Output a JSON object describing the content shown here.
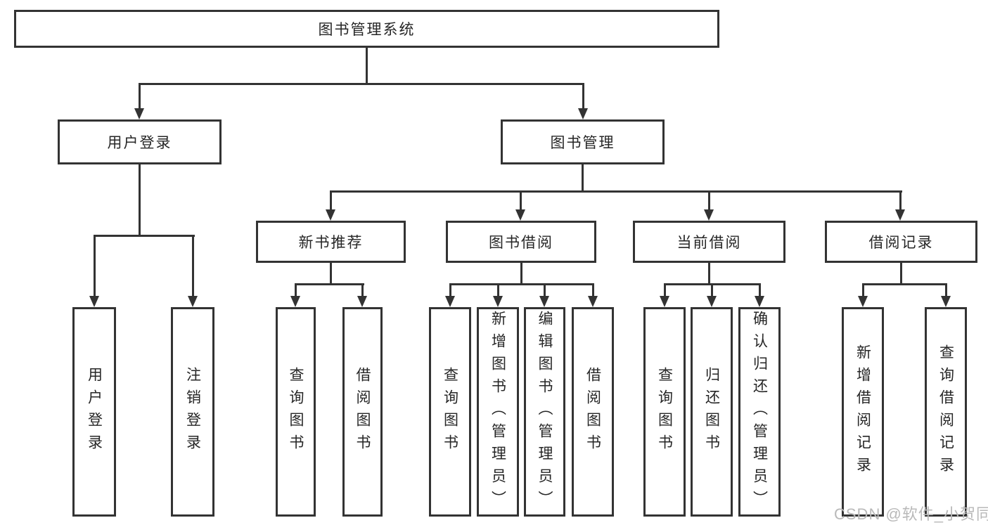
{
  "tree": {
    "label": "图书管理系统",
    "children": [
      {
        "label": "用户登录",
        "children": [
          {
            "label": "用户登录"
          },
          {
            "label": "注销登录"
          }
        ]
      },
      {
        "label": "图书管理",
        "children": [
          {
            "label": "新书推荐",
            "children": [
              {
                "label": "查询图书"
              },
              {
                "label": "借阅图书"
              }
            ]
          },
          {
            "label": "图书借阅",
            "children": [
              {
                "label": "查询图书"
              },
              {
                "label": "新增图书（管理员）"
              },
              {
                "label": "编辑图书（管理员）"
              },
              {
                "label": "借阅图书"
              }
            ]
          },
          {
            "label": "当前借阅",
            "children": [
              {
                "label": "查询图书"
              },
              {
                "label": "归还图书"
              },
              {
                "label": "确认归还（管理员）"
              }
            ]
          },
          {
            "label": "借阅记录",
            "children": [
              {
                "label": "新增借阅记录"
              },
              {
                "label": "查询借阅记录"
              }
            ]
          }
        ]
      }
    ]
  },
  "watermark": {
    "text": "CSDN @软件_小贺同学"
  },
  "colors": {
    "line": "#333333",
    "box_border": "#333333",
    "box_fill": "#ffffff",
    "text": "#262626",
    "watermark": "#b9b9b9",
    "background": "#ffffff"
  }
}
